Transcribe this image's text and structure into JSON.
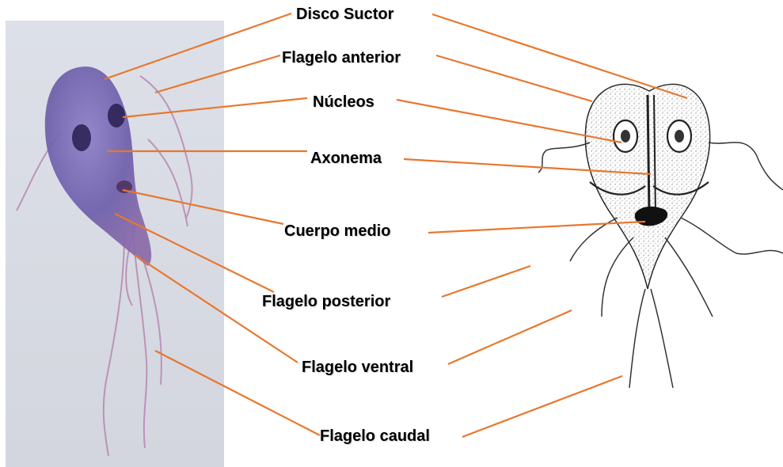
{
  "labels": {
    "disco_suctor": "Disco Suctor",
    "flagelo_anterior": "Flagelo anterior",
    "nucleos": "Núcleos",
    "axonema": "Axonema",
    "cuerpo_medio": "Cuerpo medio",
    "flagelo_posterior": "Flagelo posterior",
    "flagelo_ventral": "Flagelo ventral",
    "flagelo_caudal": "Flagelo caudal"
  },
  "colors": {
    "leader_line": "#e8772e",
    "stain_purple": "#6a5aa8",
    "stain_pink": "#b07aa8",
    "photo_background": "#d8dce4"
  }
}
